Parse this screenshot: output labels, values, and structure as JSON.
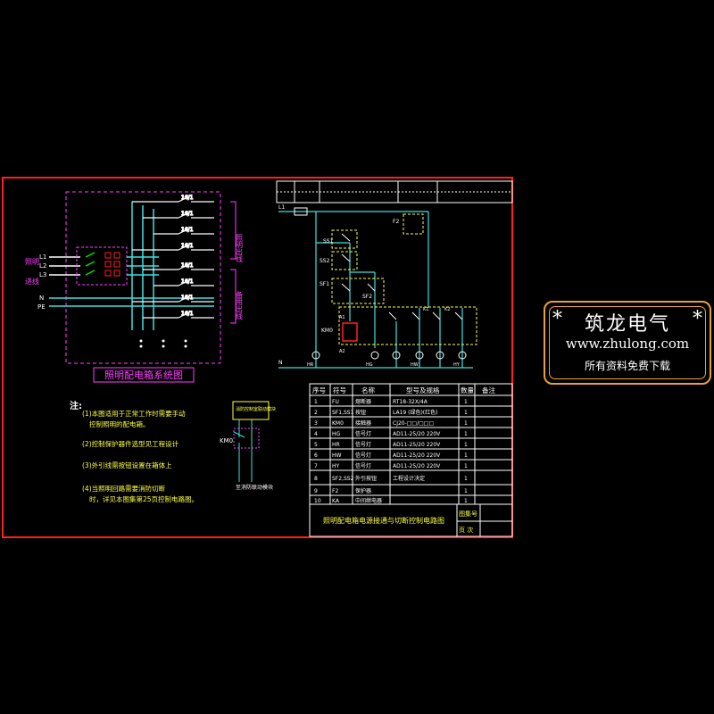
{
  "left_title": "照明配电箱系统图",
  "main_title": "照明配电箱电源接通与切断控制电路图",
  "incoming_labels": [
    "照明",
    "进线",
    "L1",
    "L2",
    "L3",
    "N",
    "PE"
  ],
  "outgoing_group_1": "照明出线",
  "outgoing_group_2": "备用出线",
  "breaker_label": "16/1",
  "notes_title": "注:",
  "notes": [
    "(1)本图适用于正常工作时需要手动",
    "控制照明的配电箱。",
    "(2)控制保护器件选型见工程设计",
    "(3)外引线需按钮设置在箱体上",
    "(4)当照明回路需要消防切断",
    "时，详见本图集第25页控制电路图。"
  ],
  "side_detail": {
    "header": "消防控制室联动模块",
    "label": "KM0",
    "footer": "至消防联动模块"
  },
  "table_headers": [
    "序号",
    "符号",
    "名称",
    "型号及规格",
    "数量",
    "备注"
  ],
  "table_rows": [
    {
      "no": "1",
      "sym": "FU",
      "name": "熔断器",
      "spec": "RT18-32X/4A",
      "qty": "1",
      "note": ""
    },
    {
      "no": "2",
      "sym": "SF1,SS1",
      "name": "按钮",
      "spec": "LA19 (绿色)(红色)",
      "qty": "1",
      "note": ""
    },
    {
      "no": "3",
      "sym": "KM0",
      "name": "接触器",
      "spec": "CJ20-□□/□□□",
      "qty": "1",
      "note": ""
    },
    {
      "no": "4",
      "sym": "HG",
      "name": "信号灯",
      "spec": "AD11-25/20 220V",
      "qty": "1",
      "note": ""
    },
    {
      "no": "5",
      "sym": "HR",
      "name": "信号灯",
      "spec": "AD11-25/20 220V",
      "qty": "1",
      "note": ""
    },
    {
      "no": "6",
      "sym": "HW",
      "name": "信号灯",
      "spec": "AD11-25/20 220V",
      "qty": "1",
      "note": ""
    },
    {
      "no": "7",
      "sym": "HY",
      "name": "信号灯",
      "spec": "AD11-25/20 220V",
      "qty": "1",
      "note": ""
    },
    {
      "no": "8",
      "sym": "SF2,SS2",
      "name": "外引按钮",
      "spec": "工程设计决定",
      "qty": "1",
      "note": ""
    },
    {
      "no": "9",
      "sym": "F2",
      "name": "保护器",
      "spec": "",
      "qty": "1",
      "note": ""
    },
    {
      "no": "10",
      "sym": "KA",
      "name": "中间继电器",
      "spec": "",
      "qty": "1",
      "note": ""
    }
  ],
  "title_block": {
    "sheet_label": "图集号",
    "page_label": "页 次"
  },
  "circuit_labels": [
    "L1",
    "N",
    "SS1",
    "SS2",
    "SF1",
    "SF2",
    "KM0",
    "F2",
    "HR",
    "HG",
    "HW",
    "HY",
    "A1",
    "A2",
    "K1",
    "K2"
  ],
  "brand": {
    "star": "*",
    "name": "筑龙电气",
    "url": "www.zhulong.com",
    "note": "所有资料免费下载"
  },
  "colors": {
    "frame": "#ff2020",
    "wire": "#3fe0e0",
    "main": "#ffffff",
    "accent": "#ffff40",
    "magenta": "#ff40ff",
    "green": "#00e000",
    "brand_border": "#e8a13a"
  }
}
